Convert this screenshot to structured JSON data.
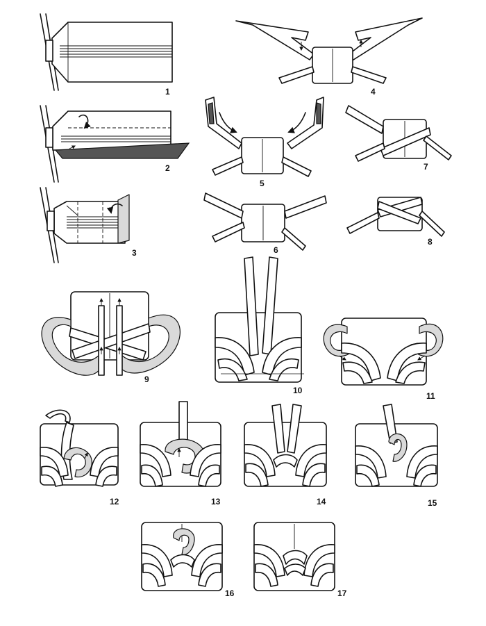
{
  "steps": [
    {
      "number": "1"
    },
    {
      "number": "2"
    },
    {
      "number": "3"
    },
    {
      "number": "4"
    },
    {
      "number": "5"
    },
    {
      "number": "6"
    },
    {
      "number": "7"
    },
    {
      "number": "8"
    },
    {
      "number": "9"
    },
    {
      "number": "10"
    },
    {
      "number": "11"
    },
    {
      "number": "12"
    },
    {
      "number": "13"
    },
    {
      "number": "14"
    },
    {
      "number": "15"
    },
    {
      "number": "16"
    },
    {
      "number": "17"
    }
  ]
}
